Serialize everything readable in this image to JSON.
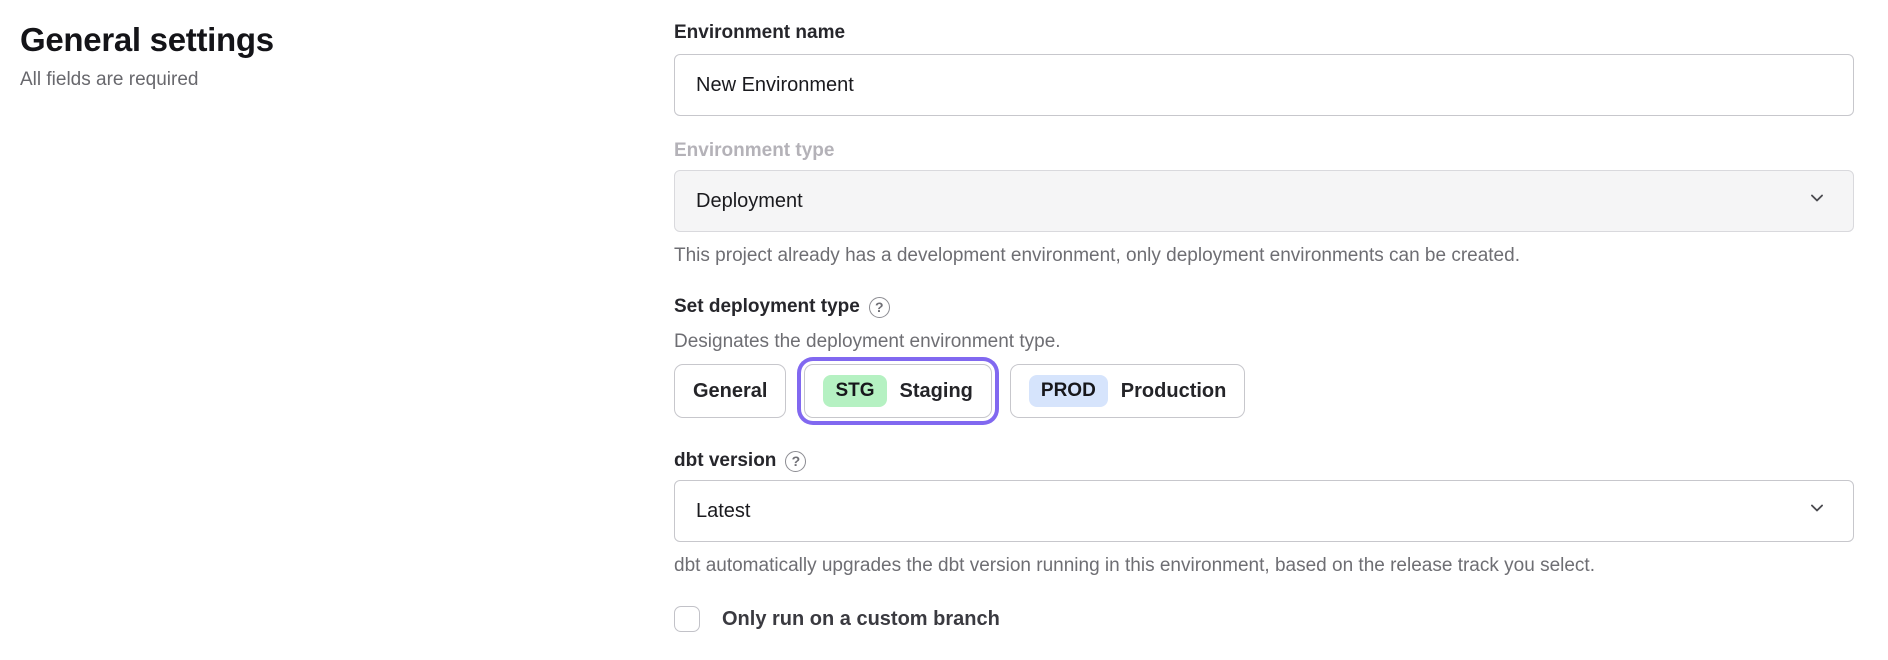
{
  "page": {
    "title": "General settings",
    "subtitle": "All fields are required"
  },
  "form": {
    "environment_name": {
      "label": "Environment name",
      "value": "New Environment"
    },
    "environment_type": {
      "label": "Environment type",
      "value": "Deployment",
      "disabled": true,
      "helper": "This project already has a development environment, only deployment environments can be created."
    },
    "deployment_type": {
      "label": "Set deployment type",
      "help_icon": "question-mark",
      "helper": "Designates the deployment environment type.",
      "options": [
        {
          "label": "General",
          "selected": false
        },
        {
          "badge": "STG",
          "label": "Staging",
          "selected": true
        },
        {
          "badge": "PROD",
          "label": "Production",
          "selected": false
        }
      ]
    },
    "dbt_version": {
      "label": "dbt version",
      "help_icon": "question-mark",
      "value": "Latest",
      "helper": "dbt automatically upgrades the dbt version running in this environment, based on the release track you select."
    },
    "custom_branch": {
      "label": "Only run on a custom branch",
      "checked": false
    }
  },
  "icons": {
    "help": "?",
    "chevron": "chevron-down"
  },
  "colors": {
    "accent_ring": "#8168f0",
    "staging_badge": "#b5f1c2",
    "production_badge": "#d6e4fc"
  }
}
